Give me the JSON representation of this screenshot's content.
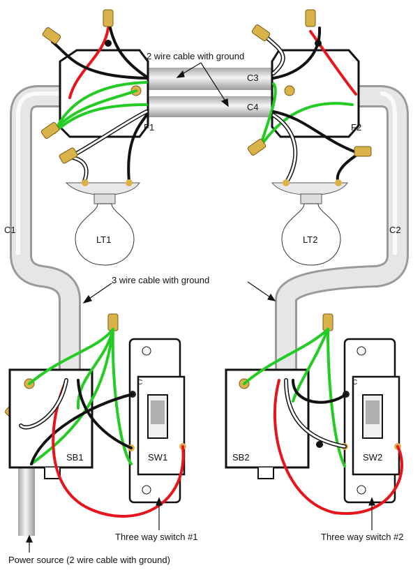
{
  "labels": {
    "top_cable": "2 wire cable with ground",
    "mid_cable": "3 wire cable with ground",
    "power": "Power source (2 wire cable with ground)",
    "switch1": "Three way switch #1",
    "switch2": "Three way switch #2",
    "c1": "C1",
    "c2": "C2",
    "c3": "C3",
    "c4": "C4",
    "f1": "F1",
    "f2": "F2",
    "lt1": "LT1",
    "lt2": "LT2",
    "sb1": "SB1",
    "sb2": "SB2",
    "sw1": "SW1",
    "sw2": "SW2",
    "common1": "C",
    "common2": "C"
  },
  "colors": {
    "hot": "#e8141b",
    "neutral": "#ffffff",
    "black": "#111111",
    "ground": "#22cc22",
    "conduit": "#d0d0d0",
    "nut": "#d9b24a"
  }
}
